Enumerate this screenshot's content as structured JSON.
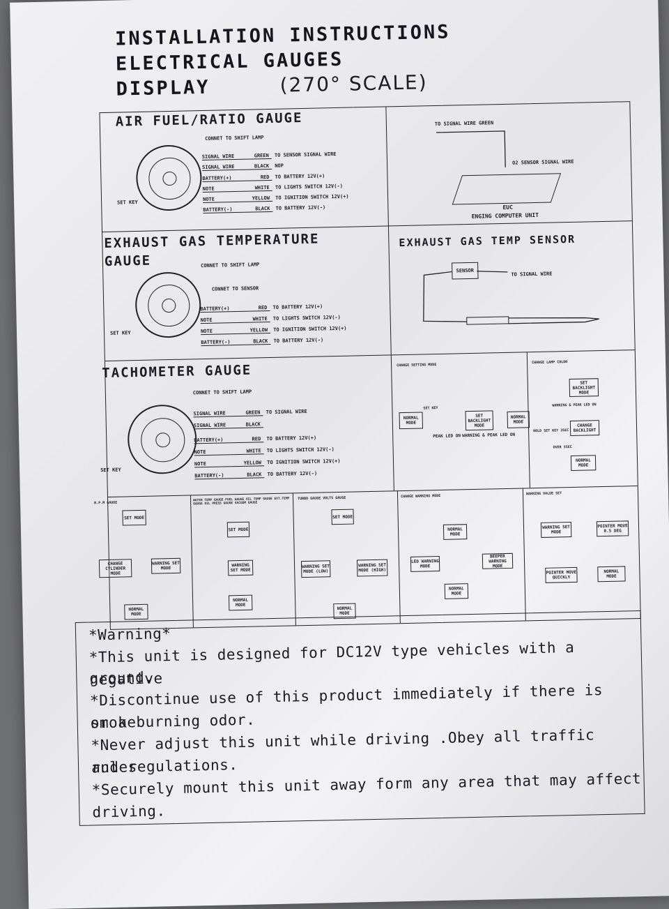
{
  "header": {
    "line1": "INSTALLATION INSTRUCTIONS",
    "line2": "ELECTRICAL GAUGES",
    "line3": "DISPLAY",
    "scale": "(270° SCALE)"
  },
  "afr": {
    "title": "AIR FUEL/RATIO GAUGE",
    "connect": "CONNET TO SHIFT LAMP",
    "set_key": "SET KEY",
    "wires": [
      {
        "a": "SIGNAL WIRE",
        "b": "GREEN",
        "c": "TO SENSOR SIGNAL WIRE"
      },
      {
        "a": "SIGNAL WIRE",
        "b": "BLACK",
        "c": "NOP"
      },
      {
        "a": "BATTERY(+)",
        "b": "RED",
        "c": "TO BATTERY 12V(+)"
      },
      {
        "a": "NOTE",
        "b": "WHITE",
        "c": "TO LIGHTS SWITCH 12V(-)"
      },
      {
        "a": "NOTE",
        "b": "YELLOW",
        "c": "TO IGNITION SWITCH 12V(+)"
      },
      {
        "a": "BATTERY(-)",
        "b": "BLACK",
        "c": "TO BATTERY 12V(-)"
      }
    ]
  },
  "euc": {
    "signal": "TO SIGNAL WIRE GREEN",
    "sensor": "O2 SENSOR SIGNAL WIRE",
    "label1": "EUC",
    "label2": "ENGING COMPUTER UNIT"
  },
  "egt": {
    "title1": "EXHAUST GAS TEMPERATURE",
    "title2": "GAUGE",
    "connect_lamp": "CONNET TO SHIFT LAMP",
    "connect_sensor": "CONNET TO SENSOR",
    "set_key": "SET KEY",
    "wires": [
      {
        "a": "BATTERY(+)",
        "b": "RED",
        "c": "TO BATTERY 12V(+)"
      },
      {
        "a": "NOTE",
        "b": "WHITE",
        "c": "TO LIGHTS SWITCH 12V(-)"
      },
      {
        "a": "NOTE",
        "b": "YELLOW",
        "c": "TO IGNITION SWITCH 12V(+)"
      },
      {
        "a": "BATTERY(-)",
        "b": "BLACK",
        "c": "TO BATTERY 12V(-)"
      }
    ]
  },
  "egt_sensor": {
    "title": "EXHAUST GAS TEMP SENSOR",
    "sensor": "SENSOR",
    "to_signal": "TO SIGNAL WIRE"
  },
  "tach": {
    "title": "TACHOMETER GAUGE",
    "connect": "CONNET TO SHIFT LAMP",
    "set_key": "SET KEY",
    "wires": [
      {
        "a": "SIGNAL WIRE",
        "b": "GREEN",
        "c": "TO SIGNAL WIRE"
      },
      {
        "a": "SIGNAL WIRE",
        "b": "BLACK",
        "c": ""
      },
      {
        "a": "BATTERY(+)",
        "b": "RED",
        "c": "TO BATTERY 12V(+)"
      },
      {
        "a": "NOTE",
        "b": "WHITE",
        "c": "TO LIGHTS SWITCH 12V(-)"
      },
      {
        "a": "NOTE",
        "b": "YELLOW",
        "c": "TO IGNITION SWITCH 12V(+)"
      },
      {
        "a": "BATTERY(-)",
        "b": "BLACK",
        "c": "TO BATTERY 12V(-)"
      }
    ]
  },
  "setting_mode": {
    "title": "CHANGE SETTING MODE",
    "normal": "NORMAL MODE",
    "set_key": "SET KEY",
    "backlight": "SET BACKLIGHT MODE",
    "peak": "PEAK LED ON",
    "warning": "WARNING & PEAK LED ON"
  },
  "lamp_color": {
    "title": "CHANGE LAMP COLOR",
    "set": "SET BACKLIGHT MODE",
    "warning": "WARNING & PEAK LED ON",
    "change": "CHANGE BACKLIGHT",
    "hold": "HOLD SET KEY 3SEC",
    "over": "OVER 5SEC",
    "normal": "NORMAL MODE"
  },
  "flows": [
    {
      "title": "R.P.M GAUGE",
      "boxes": [
        "SET MODE",
        "CHANGE CYLINDER MODE",
        "WARNING SET MODE",
        "NORMAL MODE"
      ]
    },
    {
      "title": "WATER TEMP GAUGE  FUEL GAUGE  OIL TEMP GAUGE  EXT.TEMP GAUGE  OIL PRESS GAUGE  VACUUM GAUGE",
      "boxes": [
        "SET MODE",
        "WARNING SET MODE",
        "NORMAL MODE"
      ]
    },
    {
      "title": "TURBO GAUGE VOLTS GAUGE",
      "boxes": [
        "SET MODE",
        "WARNING SET MODE (LOW)",
        "WARNING SET MODE (HIGH)",
        "NORMAL MODE"
      ]
    },
    {
      "title": "CHANGE WARNING MODE",
      "boxes": [
        "NORMAL MODE",
        "LED WARNING MODE",
        "BEEPER WARNING MODE",
        "NORMAL MODE"
      ]
    },
    {
      "title": "WARNING VALUE SET",
      "boxes": [
        "WARNING SET MODE",
        "POINTER MOVE 0.5 DEG",
        "POINTER MOVE QUICKLY",
        "NORMAL MODE"
      ]
    }
  ],
  "warning": {
    "heading": "*Warning*",
    "lines": [
      "*This unit is designed for DC12V type vehicles with a negative",
      "ground.",
      "*Discontinue use of this product immediately if there is smoke",
      "or a burning odor.",
      "*Never adjust this unit while driving .Obey all traffic rules",
      "and regulations.",
      "*Securely mount this unit away form any area that may affect",
      "driving."
    ]
  }
}
